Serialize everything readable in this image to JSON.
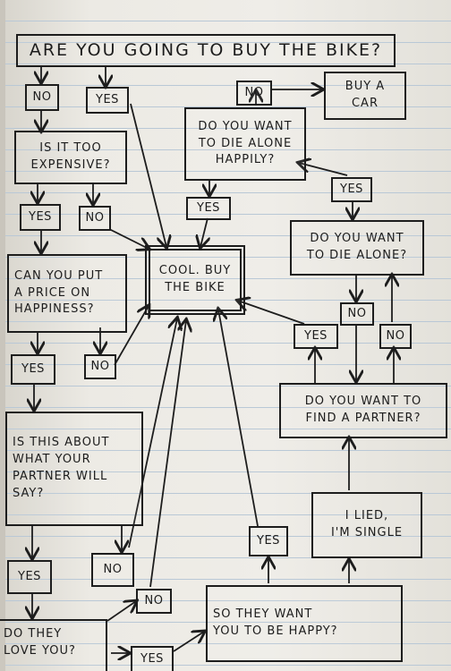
{
  "nodes": {
    "q_buy": "ARE YOU GOING TO BUY THE BIKE?",
    "no_1": "NO",
    "yes_1": "YES",
    "q_expensive": "IS IT TOO\nEXPENSIVE?",
    "yes_2": "YES",
    "no_2": "NO",
    "q_price": "CAN YOU PUT\nA PRICE ON\nHAPPINESS?",
    "yes_3": "YES",
    "no_3": "NO",
    "q_partner": "IS THIS ABOUT\nWHAT YOUR\nPARTNER WILL\nSAY?",
    "yes_4": "YES",
    "no_4": "NO",
    "q_love": "DO THEY\nLOVE YOU?",
    "no_5": "NO",
    "yes_5": "YES",
    "q_happy": "SO THEY WANT\nYOU TO BE HAPPY?",
    "yes_6": "YES",
    "lied": "I LIED,\nI'M SINGLE",
    "q_find": "DO YOU WANT TO\nFIND A PARTNER?",
    "yes_7": "YES",
    "no_7": "NO",
    "no_8": "NO",
    "q_alone": "DO YOU WANT\nTO DIE ALONE?",
    "yes_8": "YES",
    "q_die_happy": "DO YOU WANT\nTO DIE ALONE\nHAPPILY?",
    "no_9": "NO",
    "buy_car": "BUY A\nCAR",
    "yes_9": "YES",
    "cool": "COOL. BUY\nTHE BIKE"
  }
}
